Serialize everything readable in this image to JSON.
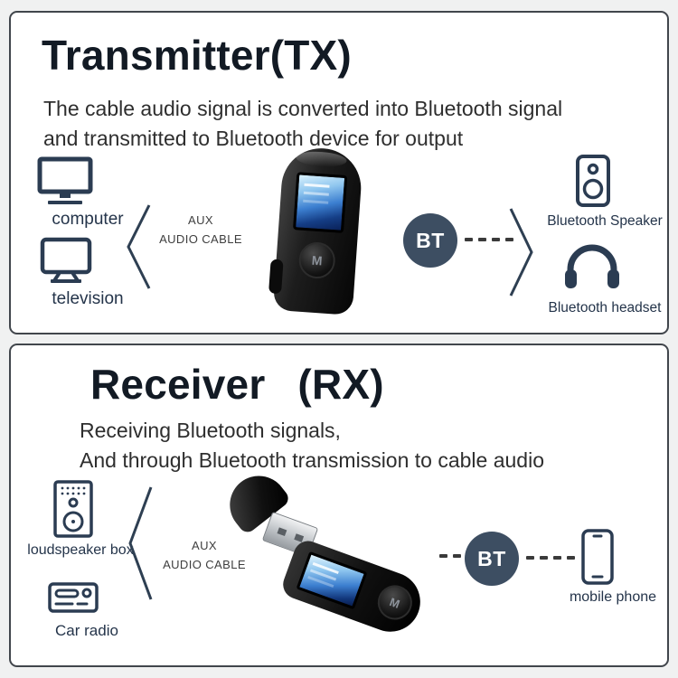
{
  "tx": {
    "title_main": "Transmitter",
    "title_suffix": "(TX)",
    "desc1": "The cable audio signal is converted into Bluetooth signal",
    "desc2": "and transmitted to Bluetooth device for output",
    "sources": [
      {
        "icon": "computer-icon",
        "label": "computer"
      },
      {
        "icon": "television-icon",
        "label": "television"
      }
    ],
    "cable1": "AUX",
    "cable2": "AUDIO CABLE",
    "bt": "BT",
    "targets": [
      {
        "icon": "bluetooth-speaker-icon",
        "label": "Bluetooth Speaker"
      },
      {
        "icon": "bluetooth-headset-icon",
        "label": "Bluetooth headset"
      }
    ]
  },
  "rx": {
    "title_main": "Receiver",
    "title_suffix": "(RX)",
    "desc1": "Receiving Bluetooth signals,",
    "desc2": "And through Bluetooth transmission to cable audio",
    "sources": [
      {
        "icon": "loudspeaker-box-icon",
        "label": "loudspeaker box"
      },
      {
        "icon": "car-radio-icon",
        "label": "Car radio"
      }
    ],
    "cable1": "AUX",
    "cable2": "AUDIO CABLE",
    "bt": "BT",
    "targets": [
      {
        "icon": "mobile-phone-icon",
        "label": "mobile phone"
      }
    ]
  },
  "device": {
    "button": "M"
  },
  "colors": {
    "bt_badge": "#3d4e62",
    "icon_ink": "#2b3c52",
    "panel_border": "#41464c",
    "lcd_blue": "#3c7fd0"
  }
}
